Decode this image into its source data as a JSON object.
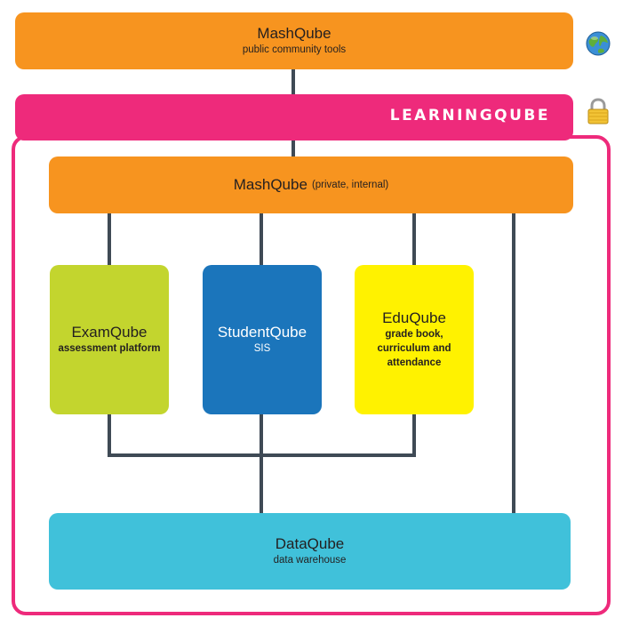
{
  "top": {
    "title": "MashQube",
    "subtitle": "public community tools"
  },
  "learningqube": {
    "title": "LEARNINGQUBE"
  },
  "mash_private": {
    "title": "MashQube",
    "qualifier": "(private, internal)"
  },
  "examqube": {
    "title": "ExamQube",
    "subtitle": "assessment platform"
  },
  "studentqube": {
    "title": "StudentQube",
    "subtitle": "SIS"
  },
  "eduqube": {
    "title": "EduQube",
    "subtitle_lines": [
      "grade book,",
      "curriculum and",
      "attendance"
    ]
  },
  "dataqube": {
    "title": "DataQube",
    "subtitle": "data warehouse"
  },
  "icons": {
    "public": "globe-icon",
    "private": "lock-icon"
  },
  "colors": {
    "orange": "#f7941f",
    "pink": "#ee2a7b",
    "lime": "#c3d52e",
    "blue": "#1b75bb",
    "yellow": "#fff200",
    "cyan": "#40c1da",
    "connector": "#3f4a55"
  }
}
